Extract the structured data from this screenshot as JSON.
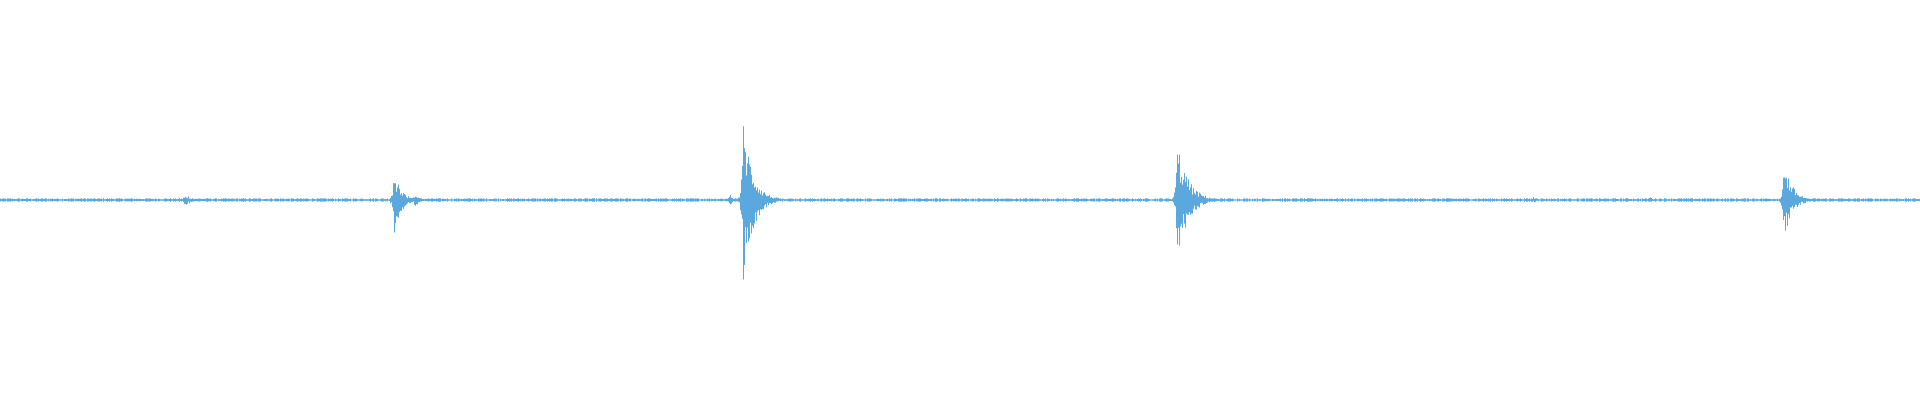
{
  "waveform": {
    "color": "#5aa8dd",
    "background": "#ffffff",
    "peak_range": [
      -1,
      1
    ],
    "baseline_noise": 0.006,
    "events": [
      {
        "at": 0.096,
        "up": 0.03,
        "down": 0.03,
        "tail": 0.012
      },
      {
        "at": 0.205,
        "up": 0.17,
        "down": 0.18,
        "tail": 0.01
      },
      {
        "at": 0.216,
        "up": 0.04,
        "down": 0.04,
        "tail": 0.006
      },
      {
        "at": 0.38,
        "up": 0.03,
        "down": 0.03,
        "tail": 0.004
      },
      {
        "at": 0.387,
        "up": 0.415,
        "down": 0.415,
        "tail": 0.014
      },
      {
        "at": 0.613,
        "up": 0.295,
        "down": 0.295,
        "tail": 0.016
      },
      {
        "at": 0.798,
        "up": 0.018,
        "down": 0.018,
        "tail": 0.008
      },
      {
        "at": 0.859,
        "up": 0.016,
        "down": 0.016,
        "tail": 0.006
      },
      {
        "at": 0.929,
        "up": 0.205,
        "down": 0.21,
        "tail": 0.012
      }
    ]
  }
}
